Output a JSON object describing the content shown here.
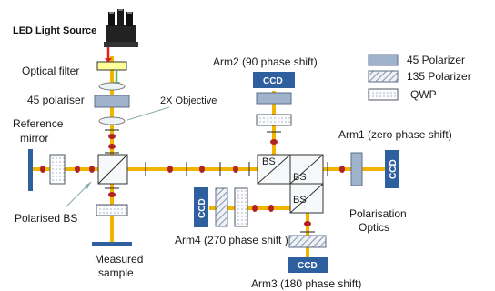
{
  "labels": {
    "led_source": "LED Light Source",
    "optical_filter": "Optical filter",
    "polariser45": "45 polariser",
    "objective": "2X Objective",
    "reference_mirror_1": "Reference",
    "reference_mirror_2": "mirror",
    "polarised_bs": "Polarised BS",
    "measured_sample_1": "Measured",
    "measured_sample_2": "sample",
    "arm1": "Arm1 (zero phase shift)",
    "arm2": "Arm2 (90 phase shift)",
    "arm3": "Arm3 (180 phase shift)",
    "arm4": "Arm4 (270 phase shift )",
    "polarisation_optics_1": "Polarisation",
    "polarisation_optics_2": "Optics",
    "bs": "BS",
    "ccd": "CCD"
  },
  "legend": {
    "p45": "45 Polarizer",
    "p135": "135 Polarizer",
    "qwp": "QWP"
  },
  "colors": {
    "beam": "#f3b400",
    "ccd": "#2e5f9e",
    "polarizer": "#9fb4cc",
    "mirror": "#2e5f9e",
    "dot": "#b22222",
    "filter_red_arrow": "#d22",
    "filter_green_arrow": "#5cb85c"
  }
}
